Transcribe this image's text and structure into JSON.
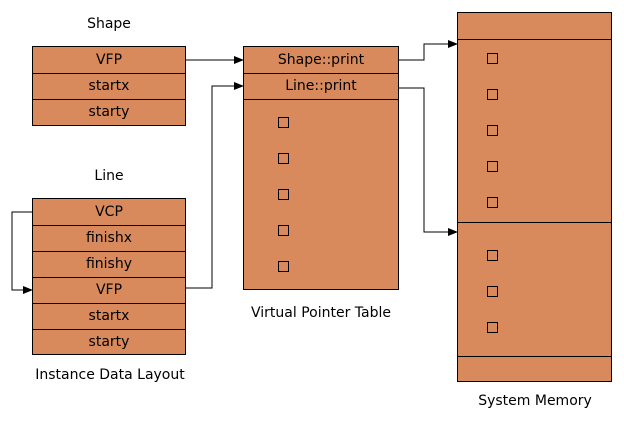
{
  "shape": {
    "title": "Shape",
    "fields": [
      "VFP",
      "startx",
      "starty"
    ]
  },
  "line": {
    "title": "Line",
    "fields": [
      "VCP",
      "finishx",
      "finishy",
      "VFP",
      "startx",
      "starty"
    ]
  },
  "labels": {
    "instance_layout": "Instance Data Layout",
    "vptr_table": "Virtual Pointer Table",
    "system_memory": "System Memory"
  },
  "vtable": {
    "entries": [
      "Shape::print",
      "Line::print"
    ]
  },
  "colors": {
    "box_fill": "#d98a5c",
    "stroke": "#000000"
  }
}
